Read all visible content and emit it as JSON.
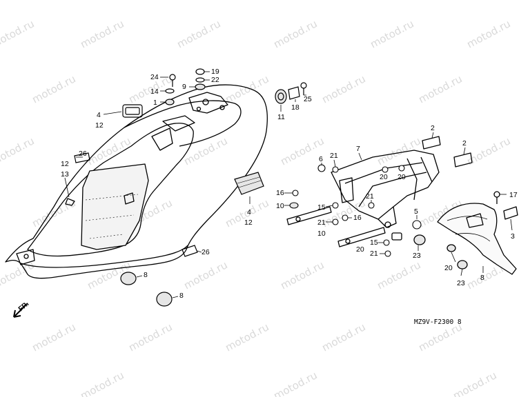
{
  "watermark": "motod.ru",
  "diagram_code": "MZ9V-F2300 8",
  "direction_label": "FR.",
  "callouts": {
    "n24": "24",
    "n14": "14",
    "n1": "1",
    "n19": "19",
    "n22": "22",
    "n9": "9",
    "n4a": "4",
    "n12a": "12",
    "n26a": "26",
    "n12b": "12",
    "n13": "13",
    "n4b": "4",
    "n12c": "12",
    "n8a": "8",
    "n8b": "8",
    "n26b": "26",
    "n11": "11",
    "n18": "18",
    "n25": "25",
    "n7": "7",
    "n21a": "21",
    "n6": "6",
    "n16a": "16",
    "n10a": "10",
    "n21b": "21",
    "n15a": "15",
    "n10b": "10",
    "n21c": "21",
    "n16b": "16",
    "n20a": "20",
    "n20b": "20",
    "n20c": "20",
    "n15b": "15",
    "n21d": "21",
    "n5": "5",
    "n23a": "23",
    "n2a": "2",
    "n2b": "2",
    "n17": "17",
    "n3": "3",
    "n20d": "20",
    "n23b": "23",
    "n8c": "8"
  }
}
